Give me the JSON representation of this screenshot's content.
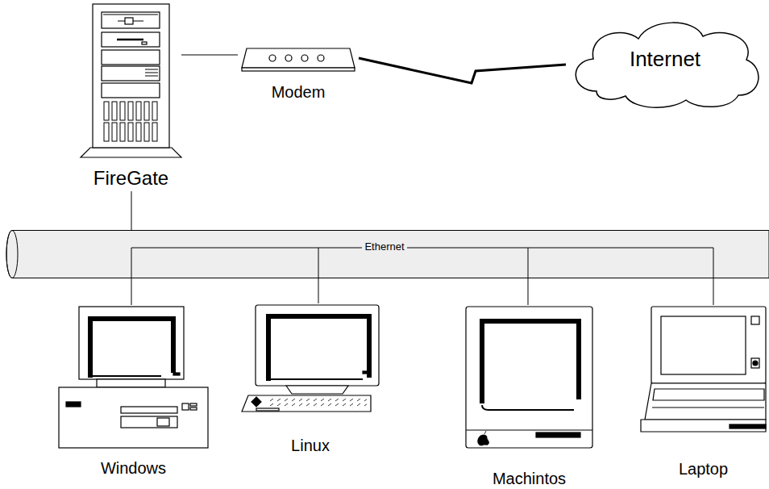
{
  "diagram": {
    "nodes": [
      {
        "text": [
          "FireGate"
        ]
      },
      {
        "text": [
          "Modem"
        ]
      },
      {
        "text": [
          "Internet"
        ]
      },
      {
        "text": [
          "Ethernet"
        ]
      },
      {
        "text": [
          "Windows"
        ]
      },
      {
        "text": [
          "Linux"
        ]
      },
      {
        "text": [
          "Machintos"
        ]
      },
      {
        "text": [
          "Laptop"
        ]
      }
    ],
    "edges": [
      {
        "from": 0,
        "to": 1,
        "arrow": "none"
      },
      {
        "from": 1,
        "to": 2,
        "arrow": "none"
      },
      {
        "from": 0,
        "to": 3,
        "arrow": "none"
      },
      {
        "from": 3,
        "to": 4,
        "arrow": "none"
      },
      {
        "from": 3,
        "to": 5,
        "arrow": "none"
      },
      {
        "from": 3,
        "to": 6,
        "arrow": "none"
      },
      {
        "from": 3,
        "to": 7,
        "arrow": "none"
      }
    ]
  }
}
